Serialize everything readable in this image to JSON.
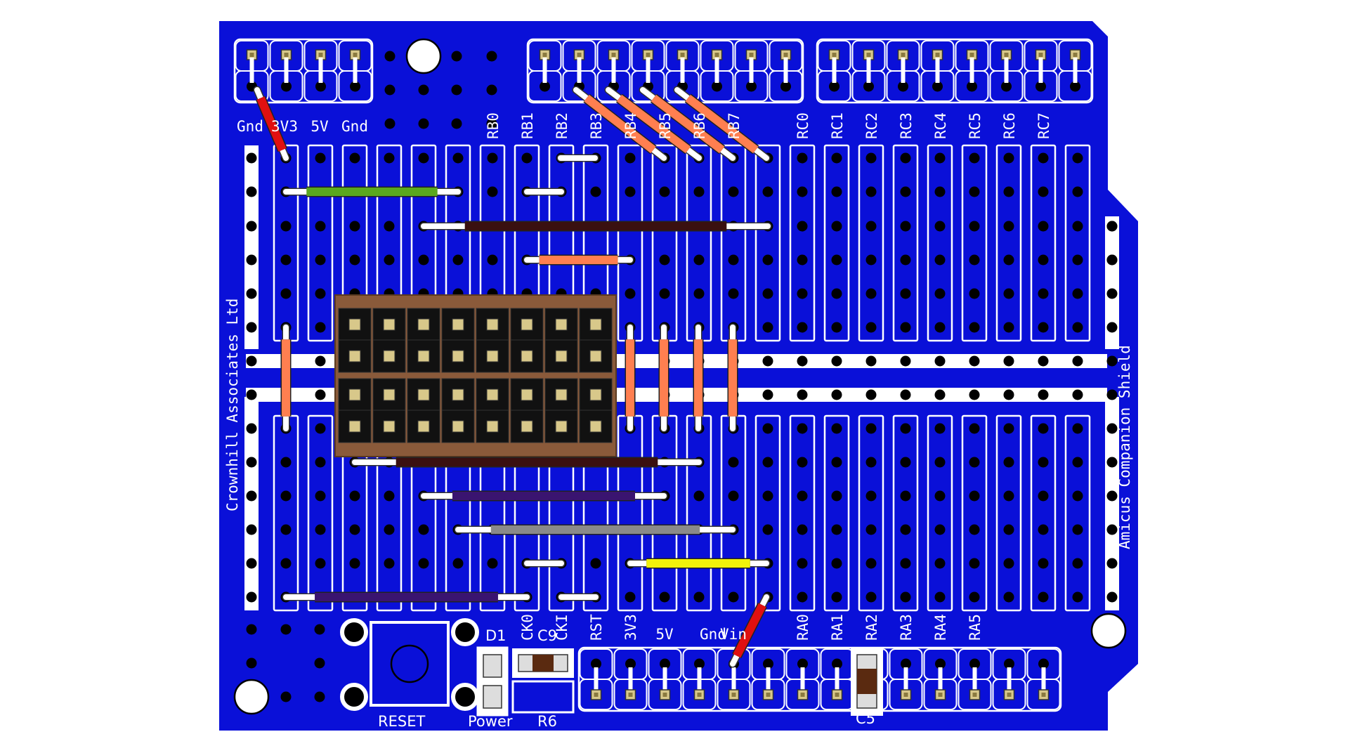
{
  "board": {
    "left_brand": "Crownhill Associates Ltd",
    "right_title": "Amicus Companion Shield",
    "colors": {
      "pcb": "#0a10d8",
      "strip_edge": "#ffffff",
      "hole": "#000000",
      "header": "#0a10d8",
      "pad": "#d8c88a"
    }
  },
  "top_power_labels": [
    "Gnd",
    "3V3",
    "5V",
    "Gnd"
  ],
  "top_b_labels": [
    "RB0",
    "RB1",
    "RB2",
    "RB3",
    "RB4",
    "RB5",
    "RB6",
    "RB7"
  ],
  "top_c_labels": [
    "RC0",
    "RC1",
    "RC2",
    "RC3",
    "RC4",
    "RC5",
    "RC6",
    "RC7"
  ],
  "bottom_labels": [
    "CK0",
    "CKI",
    "RST",
    "3V3",
    "5V",
    "Gnd",
    "Vin",
    "RA0",
    "RA1",
    "RA2",
    "RA3",
    "RA4",
    "RA5"
  ],
  "component_labels": {
    "reset": "RESET",
    "d1": "D1",
    "c9": "C9",
    "power": "Power",
    "r6": "R6",
    "c5": "C5"
  },
  "wire_colors": {
    "orange": "#ff7f50",
    "red": "#e01010",
    "green": "#5aa81e",
    "brown": "#3a1010",
    "purple": "#3a1470",
    "grey": "#8a8a8a",
    "yellow": "#f2f20a",
    "chip_body": "#8a5a3a"
  }
}
